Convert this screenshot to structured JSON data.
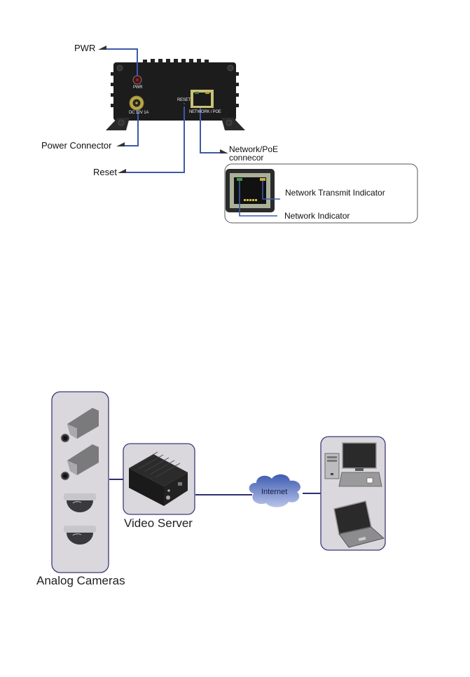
{
  "panel_diagram": {
    "callouts": {
      "pwr": "PWR",
      "power_connector": "Power Connector",
      "reset": "Reset",
      "network_poe_line1": "Network/PoE",
      "network_poe_line2": "connecor",
      "network_transmit_indicator": "Network Transmit Indicator",
      "network_indicator": "Network Indicator"
    },
    "device_labels": {
      "pwr": "PWR",
      "dc_input": "DC 12V 1A",
      "reset": "RESET",
      "network_poe": "NETWORK / POE"
    },
    "colors": {
      "leader_line": "#3d5aa8",
      "device_body": "#1c1c1c",
      "pwr_led": "#6a1a1a",
      "connector_gold": "#b8a64a",
      "rj45_frame": "#c9c27a"
    }
  },
  "topology_diagram": {
    "nodes": {
      "cameras_label": "Analog Cameras",
      "server_label": "Video Server",
      "cloud_label": "Internet"
    },
    "camera_icons": [
      "box-camera",
      "box-camera",
      "dome-camera",
      "dome-camera"
    ],
    "client_icons": [
      "desktop-computer",
      "laptop-computer"
    ],
    "colors": {
      "panel_fill": "#d9d6dc",
      "panel_border": "#3a3a7a",
      "link_line": "#2e2e6e",
      "cloud": "#4a68b8"
    }
  }
}
